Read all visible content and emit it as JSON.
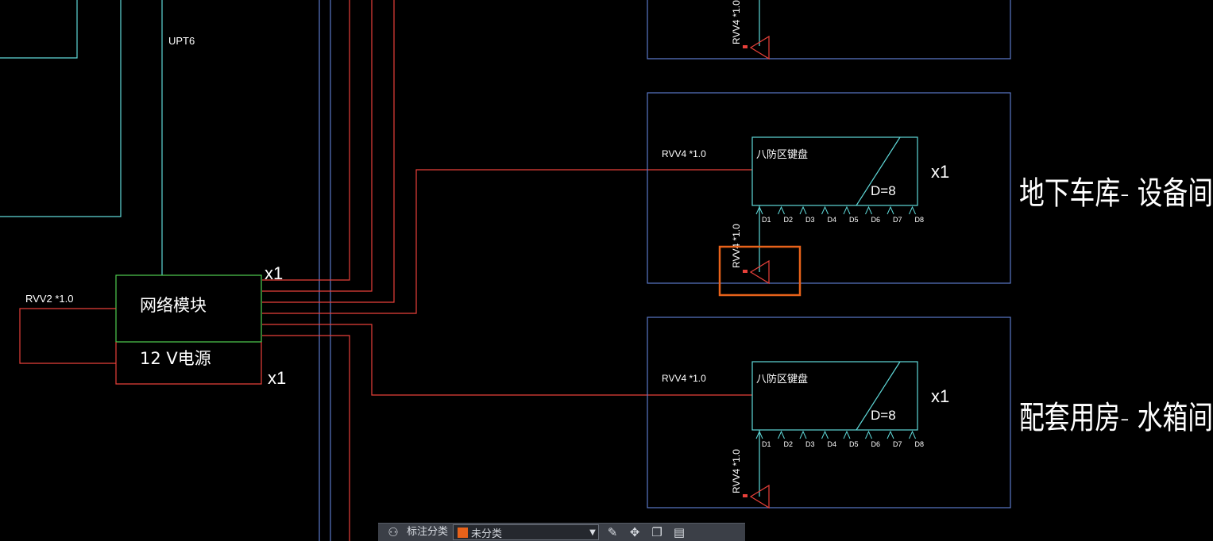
{
  "drawing": {
    "upt6_label": "UPT6",
    "rvv2_label": "RVV2 *1.0",
    "network_module_label": "网络模块",
    "power_label": "12 V电源",
    "module_x1": "x1",
    "power_x1": "x1",
    "zone1": {
      "rvv4_label": "RVV4 *1.0",
      "keypad_label": "八防区键盘",
      "d_label": "D=8",
      "x1": "x1",
      "room_label": "地下车库- 设备间",
      "vertical_label": "RVV4 *1.0",
      "terminals": [
        "D1",
        "D2",
        "D3",
        "D4",
        "D5",
        "D6",
        "D7",
        "D8"
      ]
    },
    "zone2": {
      "rvv4_label": "RVV4 *1.0",
      "keypad_label": "八防区键盘",
      "d_label": "D=8",
      "x1": "x1",
      "room_label": "配套用房- 水箱间",
      "vertical_label": "RVV4 *1.0",
      "terminals": [
        "D1",
        "D2",
        "D3",
        "D4",
        "D5",
        "D6",
        "D7",
        "D8"
      ]
    },
    "top_vertical_label": "RVV4 *1.0",
    "colors": {
      "red": "#e8403a",
      "cyan": "#5fd8d8",
      "blue": "#5b78c8",
      "green": "#4fcf4f",
      "white": "#ffffff",
      "highlight": "#e8621a"
    }
  },
  "toolbar": {
    "label": "标注分类",
    "select_value": "未分类"
  }
}
